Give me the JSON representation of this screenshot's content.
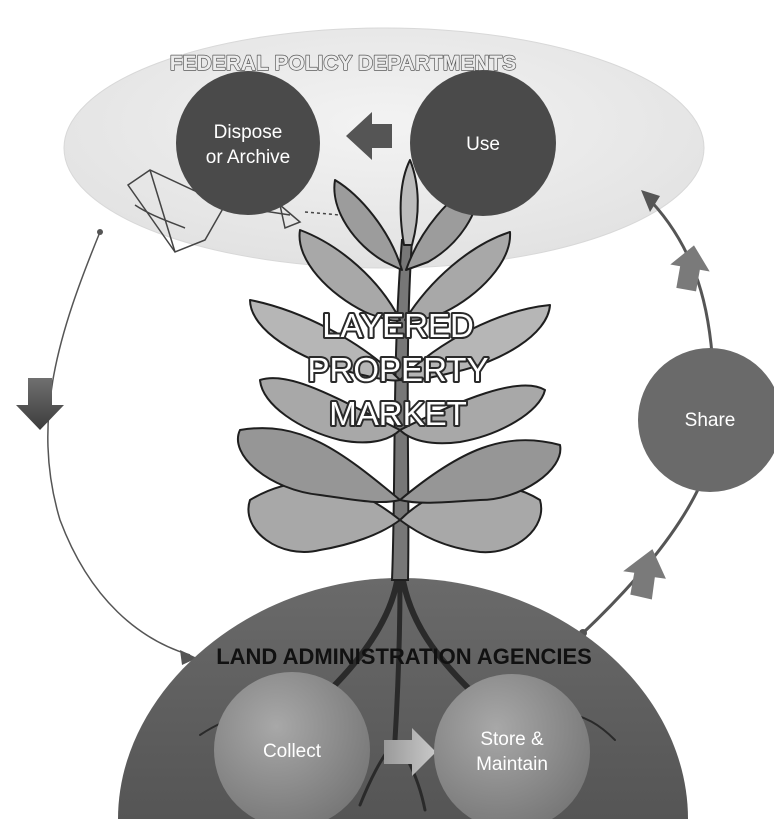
{
  "diagram": {
    "top_region_label": "FEDERAL POLICY DEPARTMENTS",
    "bottom_region_label": "LAND ADMINISTRATION AGENCIES",
    "center_label_lines": [
      "LAYERED",
      "PROPERTY",
      "MARKET"
    ],
    "nodes": {
      "dispose_lines": [
        "Dispose",
        "or Archive"
      ],
      "use": "Use",
      "share": "Share",
      "collect": "Collect",
      "store_lines": [
        "Store &",
        "Maintain"
      ]
    }
  },
  "colors": {
    "background": "#ffffff",
    "top_region_fill": "#ececec",
    "dark_node": "#4a4a4a",
    "share_node": "#6a6a6a",
    "mound": "#5a5a5a",
    "bottom_node": "#8c8c8c",
    "leaf_fill": "#a8a8a8",
    "leaf_stroke": "#1e1e1e",
    "cycle_line": "#555555"
  }
}
